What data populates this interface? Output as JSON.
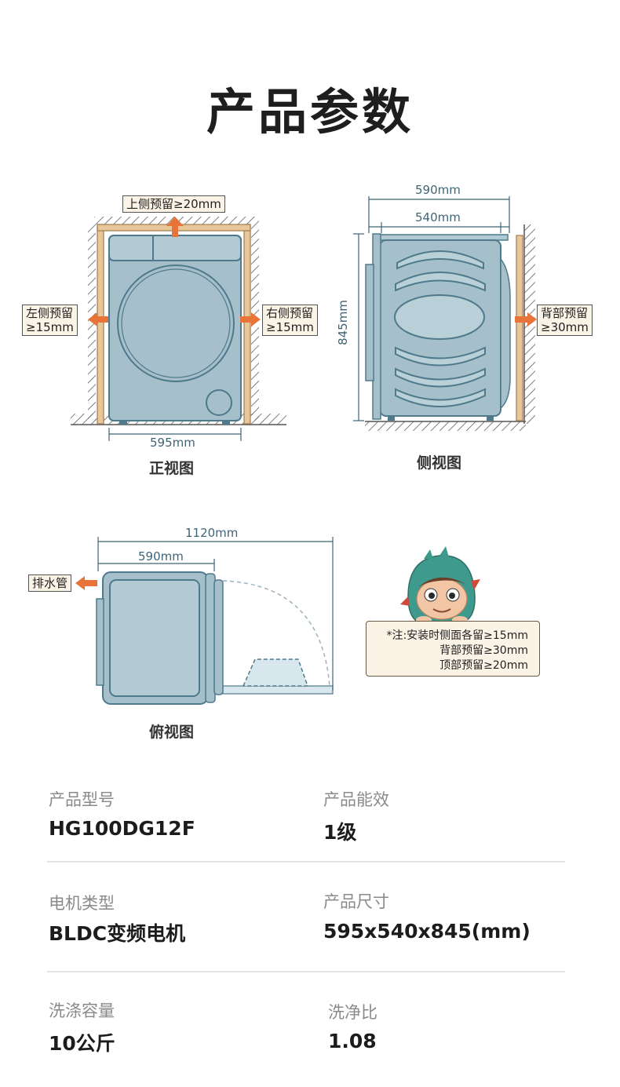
{
  "title": "产品参数",
  "front_view": {
    "title": "正视图",
    "top_clearance": "上侧预留≥20mm",
    "left_clearance": [
      "左侧预留",
      "≥15mm"
    ],
    "right_clearance": [
      "右侧预留",
      "≥15mm"
    ],
    "width": "595mm"
  },
  "side_view": {
    "title": "侧视图",
    "overall_depth": "590mm",
    "body_depth": "540mm",
    "height": "845mm",
    "back_clearance": [
      "背部预留",
      "≥30mm"
    ]
  },
  "top_view": {
    "title": "俯视图",
    "door_open_depth": "1120mm",
    "depth": "590mm",
    "drain_label": "排水管"
  },
  "note": {
    "lines": [
      "*注:安装时侧面各留≥15mm",
      "背部预留≥30mm",
      "顶部预留≥20mm"
    ]
  },
  "specs": [
    {
      "label": "产品型号",
      "value": "HG100DG12F"
    },
    {
      "label": "产品能效",
      "value": "1级"
    },
    {
      "label": "电机类型",
      "value": "BLDC变频电机"
    },
    {
      "label": "产品尺寸",
      "value": "595x540x845(mm)"
    },
    {
      "label": "洗涤容量",
      "value": "10公斤"
    },
    {
      "label": "洗净比",
      "value": "1.08"
    }
  ],
  "colors": {
    "machine_fill": "#a5bfcb",
    "machine_stroke": "#4f7a8c",
    "wood": "#e8c89a",
    "arrow": "#e8743a",
    "dim_line": "#3e6475"
  }
}
